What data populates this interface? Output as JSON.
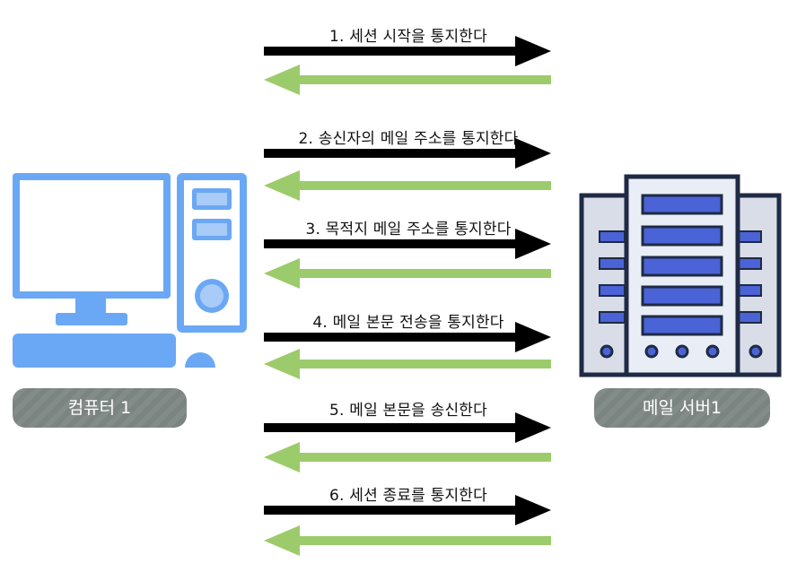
{
  "nodes": {
    "client_label": "컴퓨터 1",
    "server_label": "메일 서버1"
  },
  "steps": [
    {
      "label": "1. 세션 시작을 통지한다"
    },
    {
      "label": "2. 송신자의 메일 주소를 통지한다"
    },
    {
      "label": "3. 목적지 메일 주소를 통지한다"
    },
    {
      "label": "4. 메일 본문 전송을 통지한다"
    },
    {
      "label": "5. 메일 본문을 송신한다"
    },
    {
      "label": "6. 세션 종료를 통지한다"
    }
  ],
  "colors": {
    "request_arrow": "#000000",
    "response_arrow": "#9ccb6b",
    "computer_blue": "#6aa8f5",
    "server_dark": "#1f2a44",
    "server_bar": "#4a63d6",
    "server_panel": "#e9edf5",
    "label_bg": "#7b8480"
  }
}
